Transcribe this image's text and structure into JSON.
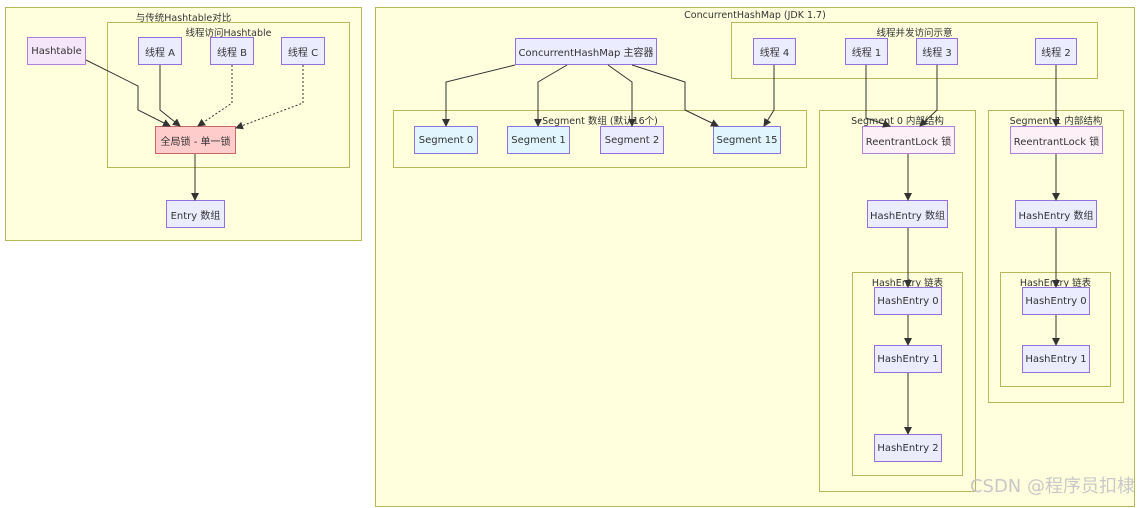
{
  "left_group": {
    "title": "与传统Hashtable对比",
    "sub_title": "线程访问Hashtable",
    "hashtable": "Hashtable",
    "thread_a": "线程 A",
    "thread_b": "线程 B",
    "thread_c": "线程 C",
    "global_lock": "全局锁 - 单一锁",
    "entry_array": "Entry 数组"
  },
  "main_group": {
    "title": "ConcurrentHashMap (JDK 1.7)",
    "container": "ConcurrentHashMap 主容器",
    "concurrent_title": "线程并发访问示意",
    "thread_4": "线程 4",
    "thread_1": "线程 1",
    "thread_3": "线程 3",
    "thread_2": "线程 2",
    "segments_title": "Segment 数组 (默认16个)",
    "segments": [
      "Segment 0",
      "Segment 1",
      "Segment 2",
      "Segment 15"
    ],
    "seg0": {
      "title": "Segment 0 内部结构",
      "lock": "ReentrantLock 锁",
      "array": "HashEntry 数组",
      "list_title": "HashEntry 链表",
      "entries": [
        "HashEntry 0",
        "HashEntry 1",
        "HashEntry 2"
      ]
    },
    "seg1": {
      "title": "Segment 1 内部结构",
      "lock": "ReentrantLock 锁",
      "array": "HashEntry 数组",
      "list_title": "HashEntry 链表",
      "entries": [
        "HashEntry 0",
        "HashEntry 1"
      ]
    }
  },
  "watermark": "CSDN @程序员扣棣",
  "colors": {
    "cluster_fill": "#ffffde",
    "cluster_border": "#b8b85a",
    "node_fill": "#ececff",
    "node_border": "#9370db",
    "lock_fill": "#ffcccc",
    "segment_fill": "#e1f5fe"
  }
}
